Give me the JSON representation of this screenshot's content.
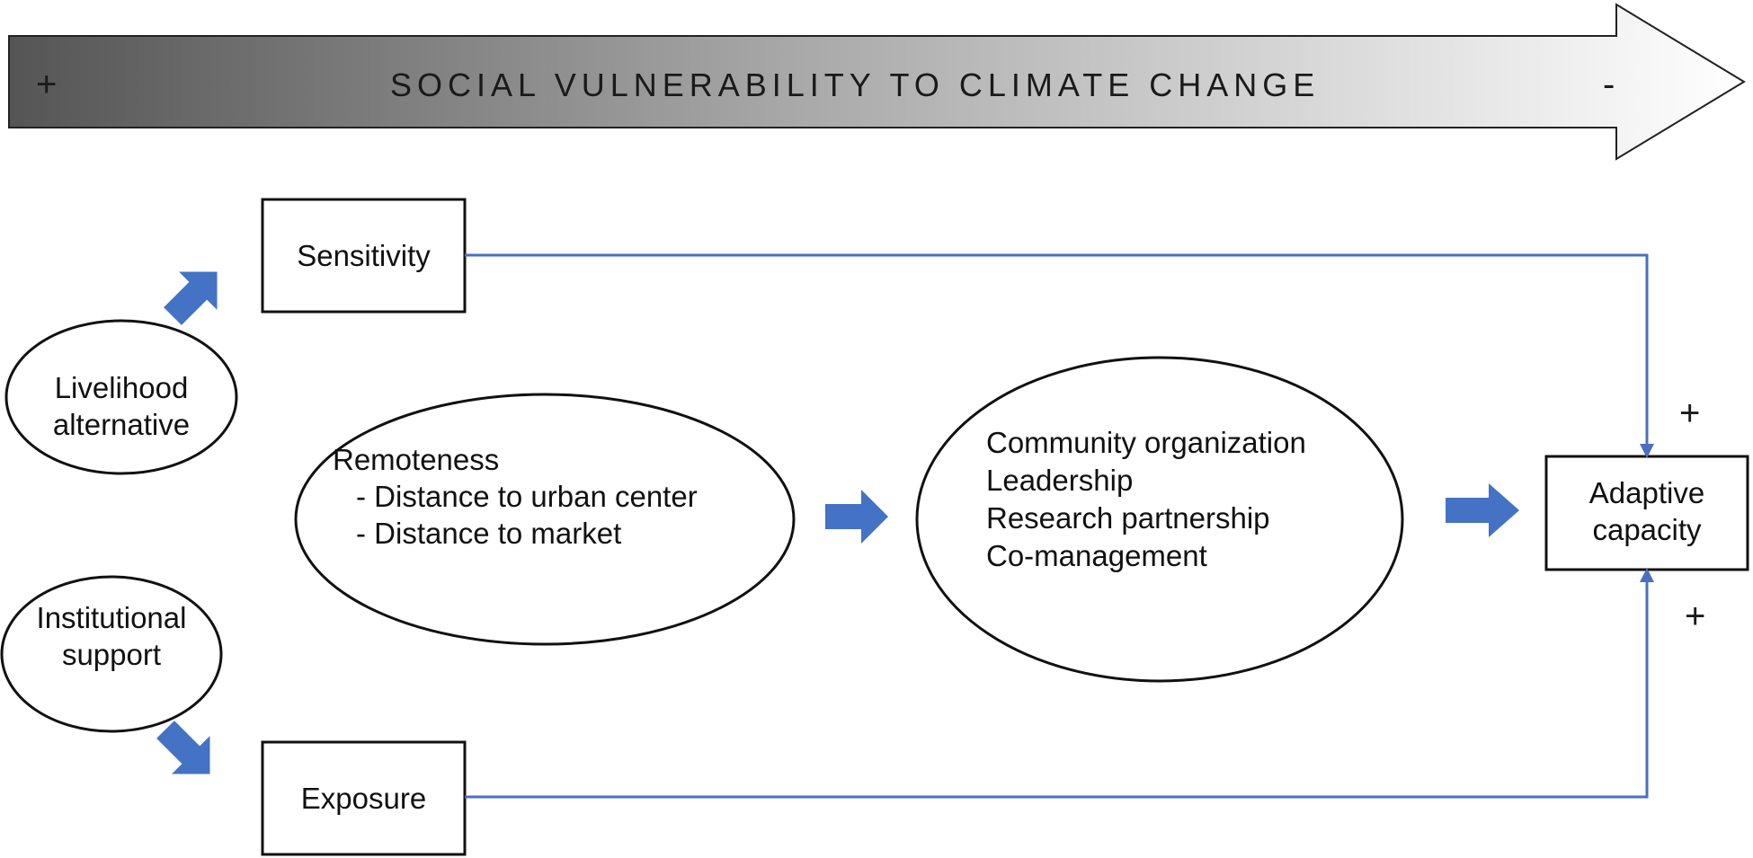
{
  "banner": {
    "title": "SOCIAL VULNERABILITY TO CLIMATE CHANGE",
    "left_sign": "+",
    "right_sign": "-"
  },
  "nodes": {
    "sensitivity": "Sensitivity",
    "exposure": "Exposure",
    "livelihood": [
      "Livelihood",
      "alternative"
    ],
    "institutional": [
      "Institutional",
      "support"
    ],
    "remoteness": {
      "heading": "Remoteness",
      "items": [
        "- Distance to urban center",
        "- Distance to market"
      ]
    },
    "community": [
      "Community organization",
      "Leadership",
      "Research partnership",
      "Co-management"
    ],
    "adaptive": [
      "Adaptive",
      "capacity"
    ]
  },
  "edge_signs": {
    "top": "+",
    "bottom": "+"
  },
  "colors": {
    "arrow_fill": "#4472c4",
    "connector": "#4a6fc2",
    "banner_dark": "#555555",
    "banner_light": "#ffffff",
    "outline": "#111111"
  }
}
